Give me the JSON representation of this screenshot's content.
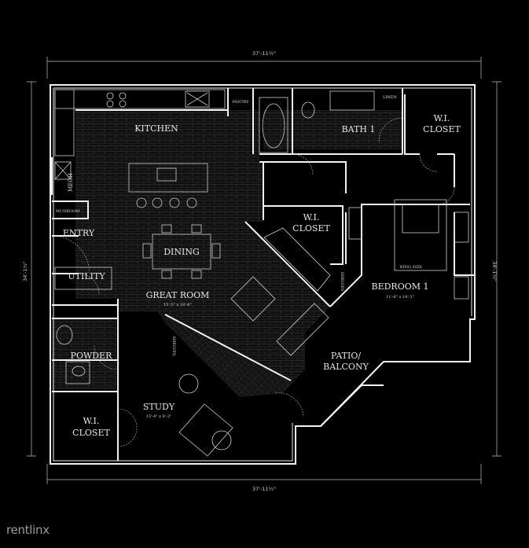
{
  "dimensions": {
    "top": "37'-11½\"",
    "bottom": "37'-11½\"",
    "left": "34'-1½\"",
    "right": "34'-1½\""
  },
  "rooms": {
    "kitchen": "KITCHEN",
    "pantry": "PANTRY",
    "bath": "BATH 1",
    "linen": "LINEN",
    "wi_closet_1": [
      "W.I.",
      "CLOSET"
    ],
    "wi_closet_2": [
      "W.I.",
      "CLOSET"
    ],
    "wi_closet_3": [
      "W.I.",
      "CLOSET"
    ],
    "mech": "MECH",
    "mudroom": "MUDROOM",
    "entry": "ENTRY",
    "utility": "UTILITY",
    "dining": "DINING",
    "great_room": "GREAT ROOM",
    "great_room_size": "15'-5\" x 18'-6\"",
    "bedroom": "BEDROOM 1",
    "bedroom_size": "11'-6\" x 14'-3\"",
    "king_size": "KING SIZE",
    "shelves_1": "SHELVES",
    "shelves_2": "SHELVES",
    "powder": "POWDER",
    "study": "STUDY",
    "study_size": "15'-4\" x 9'-3\"",
    "patio": [
      "PATIO/",
      "BALCONY"
    ]
  },
  "brand": {
    "logo": "rentlinx",
    "logo_x": "x"
  }
}
